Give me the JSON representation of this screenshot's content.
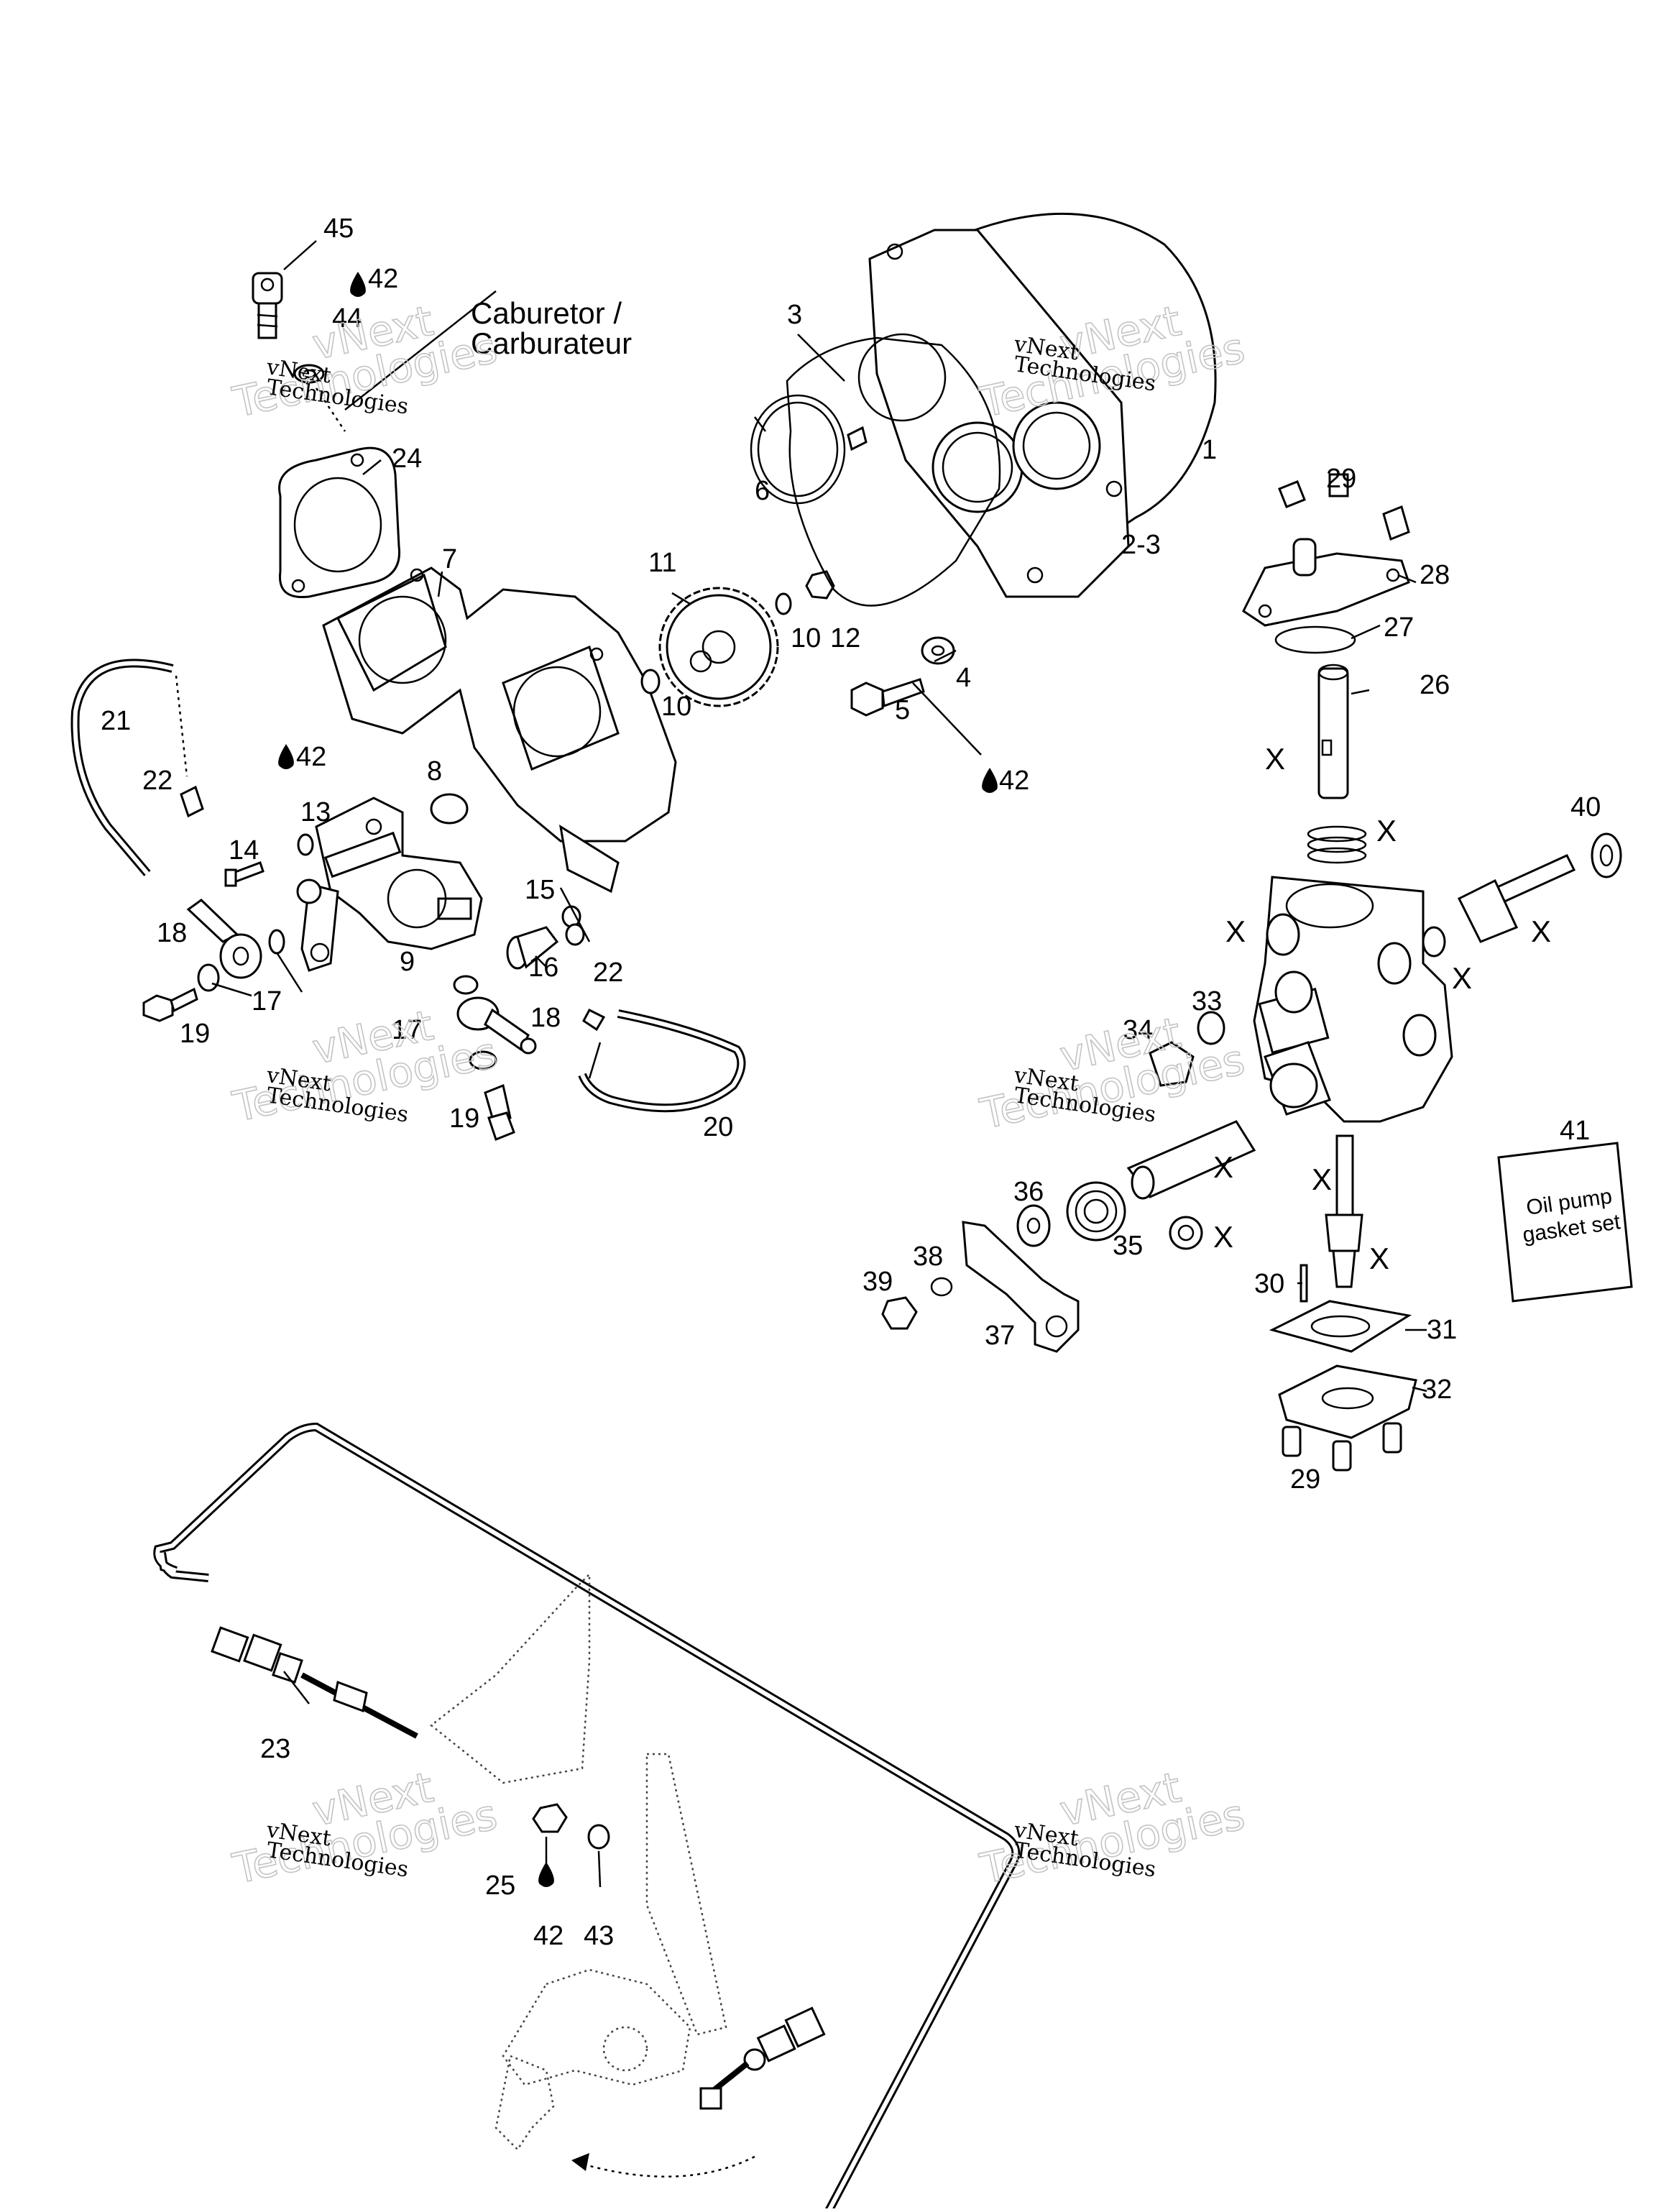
{
  "labels": {
    "n1": "1",
    "n2_3": "2-3",
    "n3": "3",
    "n4": "4",
    "n5": "5",
    "n6": "6",
    "n7": "7",
    "n8": "8",
    "n9": "9",
    "n10a": "10",
    "n10b": "10",
    "n11": "11",
    "n12": "12",
    "n13": "13",
    "n14": "14",
    "n15": "15",
    "n16": "16",
    "n17a": "17",
    "n17b": "17",
    "n18a": "18",
    "n18b": "18",
    "n19a": "19",
    "n19b": "19",
    "n20": "20",
    "n21": "21",
    "n22a": "22",
    "n22b": "22",
    "n23": "23",
    "n24": "24",
    "n25": "25",
    "n26": "26",
    "n27": "27",
    "n28": "28",
    "n29a": "29",
    "n29b": "29",
    "n30": "30",
    "n31": "31",
    "n32": "32",
    "n33": "33",
    "n34": "34",
    "n35": "35",
    "n36": "36",
    "n37": "37",
    "n38": "38",
    "n39": "39",
    "n40": "40",
    "n41": "41",
    "n42a": "42",
    "n42b": "42",
    "n42c": "42",
    "n42d": "42",
    "n43": "43",
    "n44": "44",
    "n45": "45"
  },
  "carburetor": {
    "line1": "Caburetor /",
    "line2": "Carburateur"
  },
  "gasket_card": {
    "line1": "Oil pump",
    "line2": "gasket set"
  },
  "x_mark": "X",
  "watermark": {
    "line1": "vNext",
    "line2": "Technologies"
  },
  "icons": {
    "drop": "oil-drop-icon"
  }
}
